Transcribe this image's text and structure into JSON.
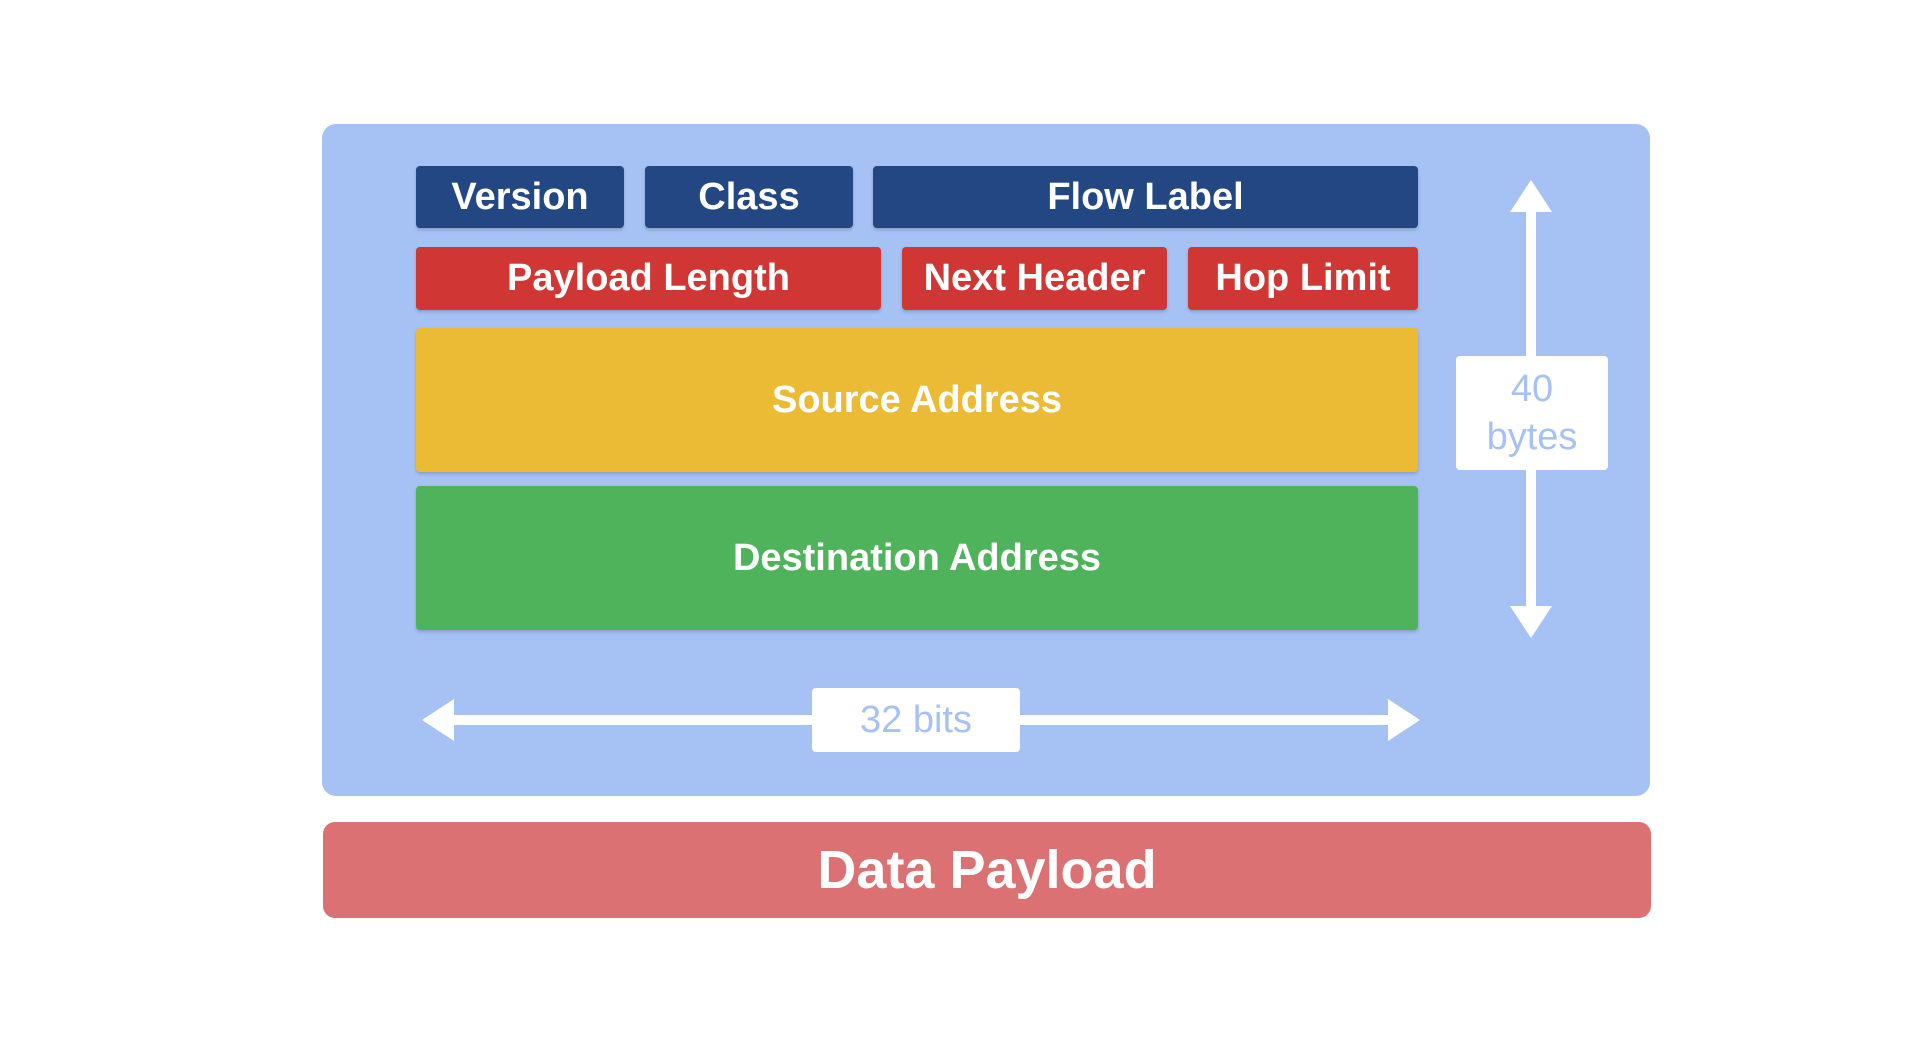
{
  "header": {
    "fields": {
      "version": "Version",
      "class": "Class",
      "flow_label": "Flow Label",
      "payload_length": "Payload Length",
      "next_header": "Next Header",
      "hop_limit": "Hop Limit",
      "source_address": "Source Address",
      "destination_address": "Destination Address"
    },
    "size_label": {
      "value": "40",
      "unit": "bytes"
    },
    "width_label": "32 bits"
  },
  "payload": {
    "label": "Data Payload"
  },
  "colors": {
    "panel": "#a6c1f3",
    "row1": "#234783",
    "row2": "#cf3634",
    "source": "#ebbb35",
    "destination": "#4fb35c",
    "payload": "#db7172"
  }
}
